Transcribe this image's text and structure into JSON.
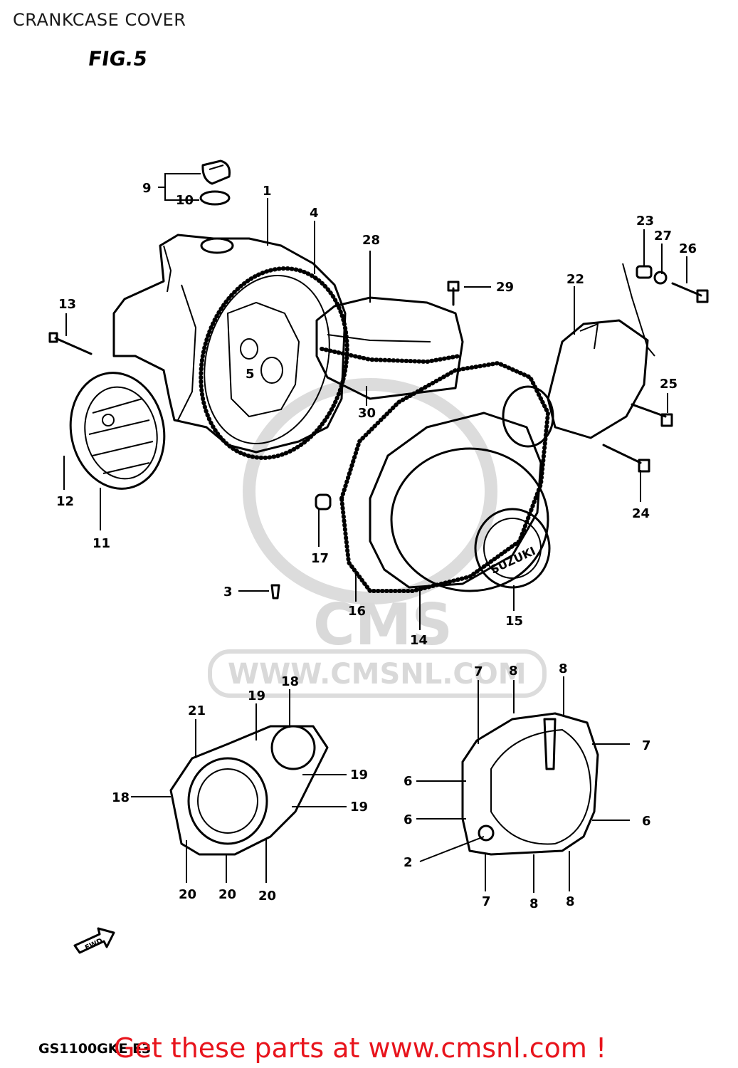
{
  "page": {
    "title": "CRANKCASE COVER",
    "figure": "FIG.5",
    "model_code": "GS1100GKE E3",
    "promo": "Get these parts at www.cmsnl.com !"
  },
  "watermark": {
    "text": "WWW.CMSNL.COM",
    "brand": "CMS"
  },
  "cover_badge": "SUZUKI",
  "fwd_arrow": "FWD",
  "callouts": {
    "p1": "1",
    "p2": "2",
    "p3": "3",
    "p4": "4",
    "p5": "5",
    "p6a": "6",
    "p6b": "6",
    "p6c": "6",
    "p7a": "7",
    "p7b": "7",
    "p7c": "7",
    "p8a": "8",
    "p8b": "8",
    "p8c": "8",
    "p8d": "8",
    "p9": "9",
    "p10": "10",
    "p11": "11",
    "p12": "12",
    "p13": "13",
    "p14": "14",
    "p15": "15",
    "p16": "16",
    "p17": "17",
    "p18a": "18",
    "p18b": "18",
    "p19a": "19",
    "p19b": "19",
    "p19c": "19",
    "p20a": "20",
    "p20b": "20",
    "p20c": "20",
    "p21": "21",
    "p22": "22",
    "p23": "23",
    "p24": "24",
    "p25": "25",
    "p26": "26",
    "p27": "27",
    "p28": "28",
    "p29": "29",
    "p30": "30"
  }
}
